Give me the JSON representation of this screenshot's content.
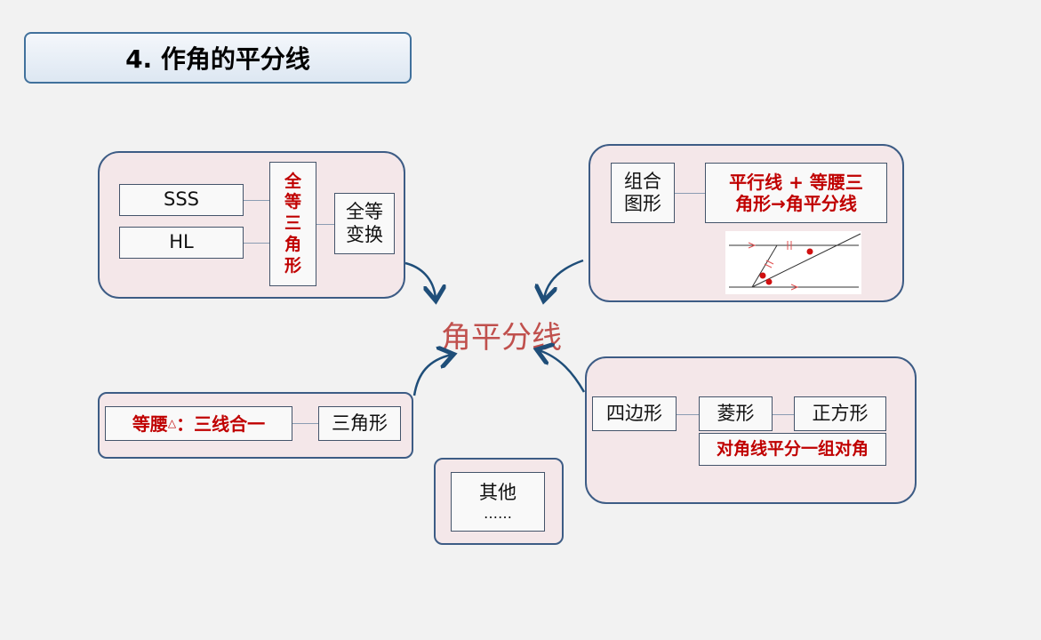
{
  "title": "4. 作角的平分线",
  "center": "角平分线",
  "top_left": {
    "sss": "SSS",
    "hl": "HL",
    "congruent_chars": [
      "全",
      "等",
      "三",
      "角",
      "形"
    ],
    "transform_line1": "全等",
    "transform_line2": "变换"
  },
  "top_right": {
    "combo_line1": "组合",
    "combo_line2": "图形",
    "rule_line1": "平行线 + 等腰三",
    "rule_line2": "角形→角平分线"
  },
  "bottom_left": {
    "isosceles_prefix": "等腰",
    "triangle_symbol": "△",
    "isosceles_suffix": "：三线合一",
    "triangle": "三角形"
  },
  "bottom_right": {
    "quadrilateral": "四边形",
    "rhombus": "菱形",
    "square": "正方形",
    "diagonal_rule": "对角线平分一组对角"
  },
  "other": {
    "label": "其他",
    "ellipsis": "……"
  },
  "colors": {
    "accent_red": "#c00000",
    "center_red": "#c0504d",
    "border_blue": "#3d5c85",
    "group_fill": "#f4e7e9"
  }
}
